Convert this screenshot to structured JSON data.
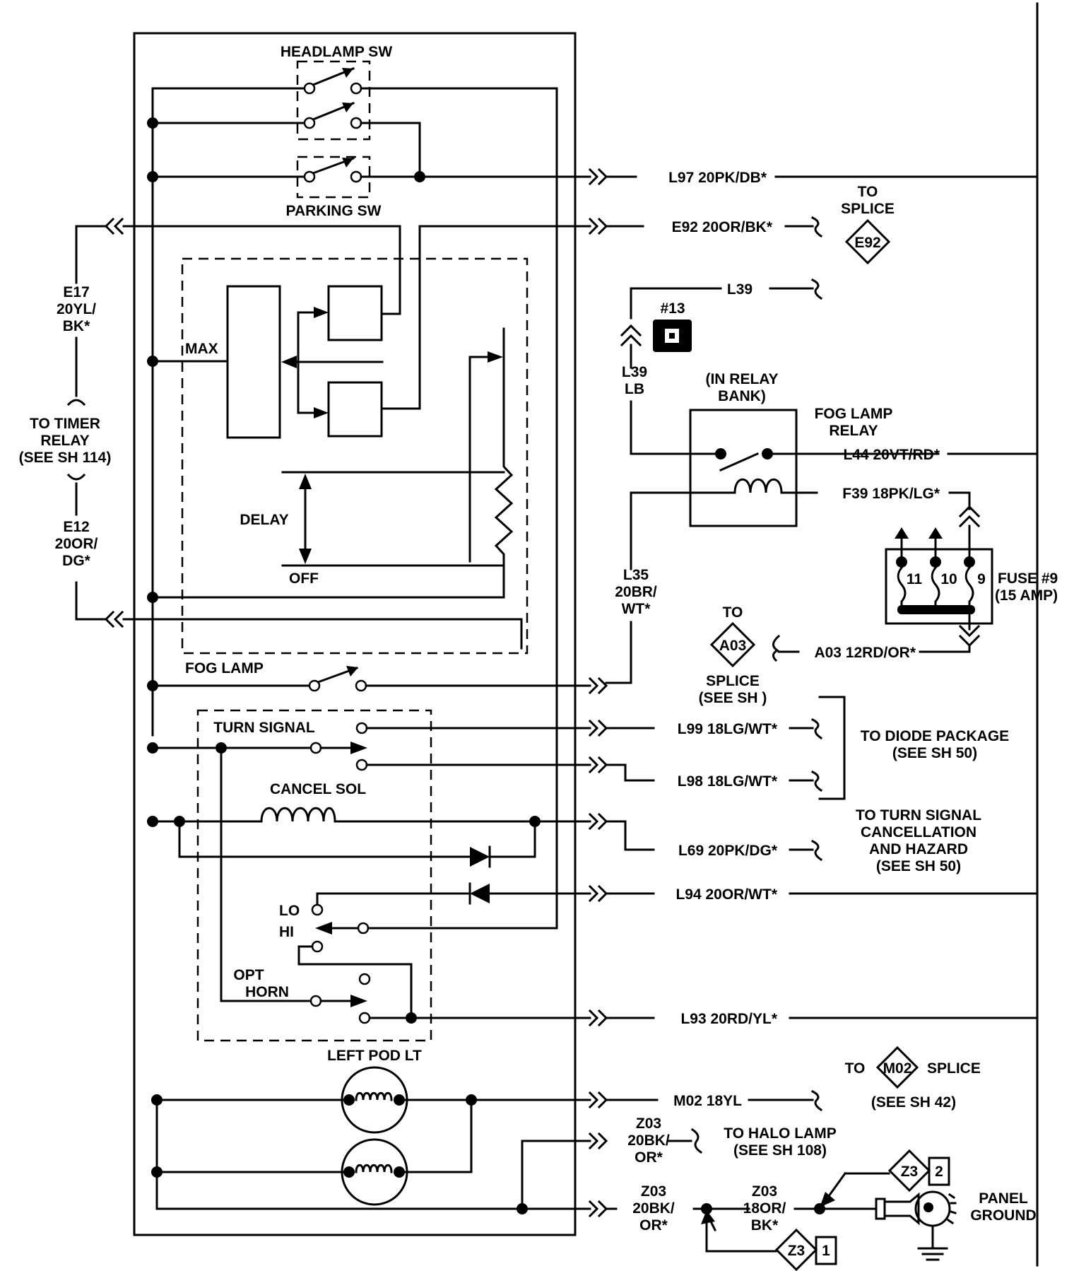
{
  "switch_labels": {
    "headlamp_sw": "HEADLAMP SW",
    "parking_sw": "PARKING SW",
    "max": "MAX",
    "delay": "DELAY",
    "off": "OFF",
    "fog_lamp": "FOG LAMP",
    "turn_signal": "TURN SIGNAL",
    "cancel_sol": "CANCEL SOL",
    "lo": "LO",
    "hi": "HI",
    "opt": "OPT",
    "horn": "HORN",
    "left_pod_lt": "LEFT POD LT"
  },
  "left_wires": {
    "e17": [
      "E17",
      "20YL/",
      "BK*"
    ],
    "timer_relay": [
      "TO TIMER",
      "RELAY",
      "(SEE SH 114)"
    ],
    "e12": [
      "E12",
      "20OR/",
      "DG*"
    ]
  },
  "wires": {
    "l97": "L97 20PK/DB*",
    "e92": "E92 20OR/BK*",
    "l39": "L39",
    "l39lb": [
      "L39",
      "LB"
    ],
    "l44": "L44 20VT/RD*",
    "f39": "F39 18PK/LG*",
    "l35": [
      "L35",
      "20BR/",
      "WT*"
    ],
    "a03": "A03 12RD/OR*",
    "l99": "L99 18LG/WT*",
    "l98": "L98 18LG/WT*",
    "l69": "L69 20PK/DG*",
    "l94": "L94 20OR/WT*",
    "l93": "L93 20RD/YL*",
    "m02": "M02 18YL",
    "z03a": [
      "Z03",
      "20BK/",
      "OR*"
    ],
    "z03b": [
      "Z03",
      "20BK/",
      "OR*"
    ],
    "z03c": [
      "Z03",
      "18OR/",
      "BK*"
    ]
  },
  "destinations": {
    "e92_to": "TO",
    "e92_splice": "SPLICE",
    "e92_code": "E92",
    "connector_13": "#13",
    "in_relay_bank": [
      "(IN RELAY",
      "BANK)"
    ],
    "fog_lamp_relay": [
      "FOG LAMP",
      "RELAY"
    ],
    "fuse": [
      "FUSE #9",
      "(15 AMP)"
    ],
    "fuse_pins": [
      "11",
      "10",
      "9"
    ],
    "a03_to": "TO",
    "a03_code": "A03",
    "a03_splice": [
      "SPLICE",
      "(SEE SH )"
    ],
    "diode_package": [
      "TO DIODE PACKAGE",
      "(SEE SH 50)"
    ],
    "turn_cancel": [
      "TO TURN SIGNAL",
      "CANCELLATION",
      "AND HAZARD",
      "(SEE SH 50)"
    ],
    "m02_to": "TO",
    "m02_code": "M02",
    "m02_splice": "SPLICE",
    "m02_see": "(SEE SH 42)",
    "halo_lamp": [
      "TO HALO LAMP",
      "(SEE SH 108)"
    ],
    "z3_code": "Z3",
    "z3_pin2": "2",
    "z3_pin1": "1",
    "panel_ground": [
      "PANEL",
      "GROUND"
    ]
  }
}
